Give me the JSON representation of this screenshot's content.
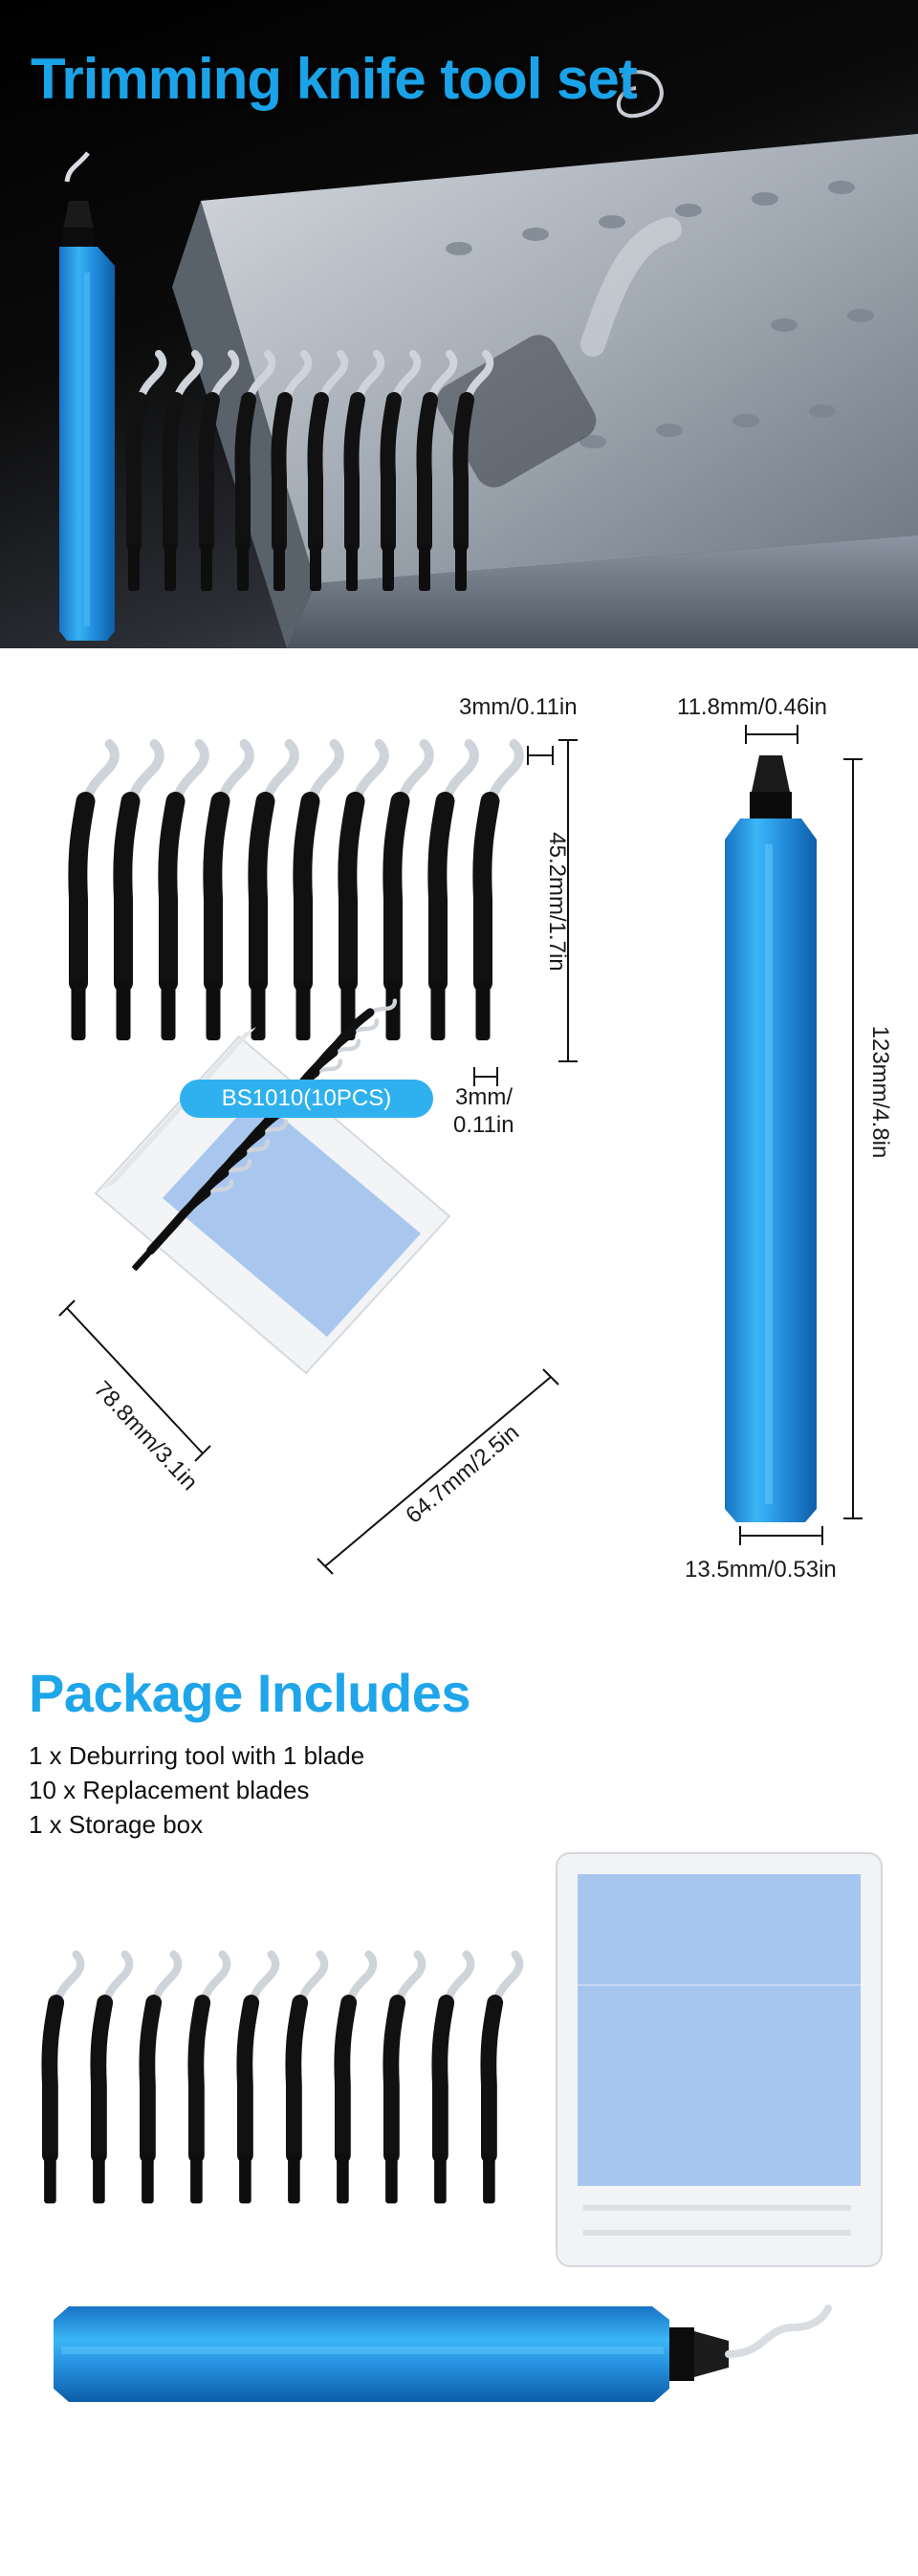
{
  "hero": {
    "title": "Trimming knife tool set"
  },
  "dimensions": {
    "blade_top_width": "3mm/0.11in",
    "blade_height": "45.2mm/1.7in",
    "blade_bottom_width_line1": "3mm/",
    "blade_bottom_width_line2": "0.11in",
    "model": "BS1010(10PCS)",
    "handle_tip_width": "11.8mm/0.46in",
    "handle_length": "123mm/4.8in",
    "handle_base_width": "13.5mm/0.53in",
    "box_length": "78.8mm/3.1in",
    "box_width": "64.7mm/2.5in"
  },
  "package": {
    "title": "Package Includes",
    "items": [
      "1 x Deburring tool with 1 blade",
      "10 x Replacement blades",
      "1 x Storage box"
    ]
  },
  "colors": {
    "accent_blue": "#1ea5ea",
    "handle_blue": "#2a9ee8",
    "blade_black": "#111111",
    "pill_blue": "#2fb1ef"
  }
}
